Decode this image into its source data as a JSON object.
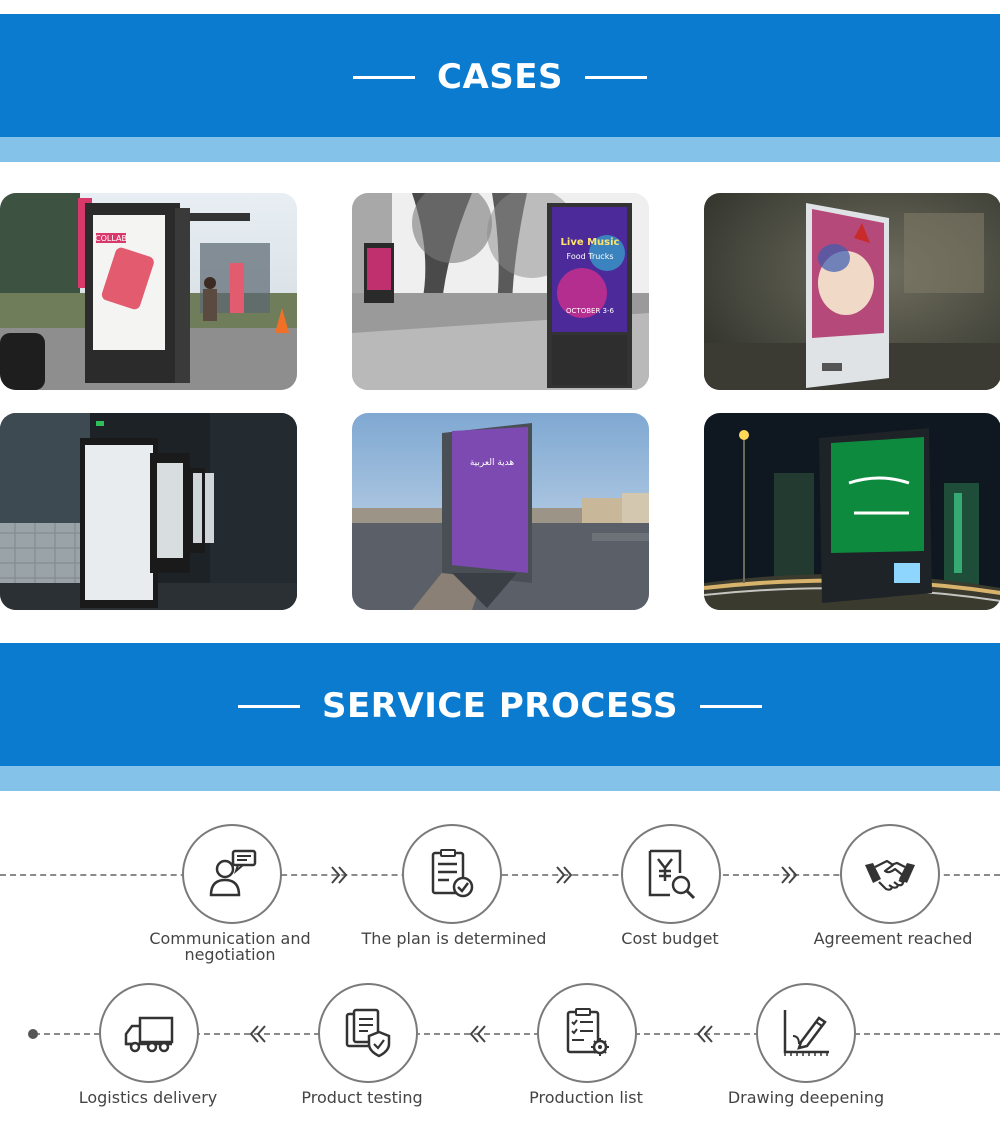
{
  "colors": {
    "brand_blue": "#0a7bcf",
    "light_blue": "#84c2ea",
    "icon_stroke": "#333333"
  },
  "cases": {
    "title": "CASES",
    "images": [
      {
        "name": "bus-shelter-collab-ad",
        "screen_text": "COLLAB"
      },
      {
        "name": "live-music-kiosk-park",
        "screen_text": "Live Music",
        "screen_subtext": "Food Trucks",
        "screen_date": "OCTOBER 3-6"
      },
      {
        "name": "indoor-kiosk-dessert-ad"
      },
      {
        "name": "warehouse-kiosk-row"
      },
      {
        "name": "roadside-arabic-billboard"
      },
      {
        "name": "night-saudi-flag-billboard"
      }
    ]
  },
  "process": {
    "title": "SERVICE PROCESS",
    "row1": [
      {
        "label_1": "Communication and",
        "label_2": "negotiation",
        "icon": "communication-icon"
      },
      {
        "label_1": "The plan is determined",
        "label_2": "",
        "icon": "plan-clipboard-icon"
      },
      {
        "label_1": "Cost budget",
        "label_2": "",
        "icon": "cost-budget-icon"
      },
      {
        "label_1": "Agreement reached",
        "label_2": "",
        "icon": "handshake-icon"
      }
    ],
    "row2": [
      {
        "label_1": "Logistics delivery",
        "icon": "truck-icon"
      },
      {
        "label_1": "Product testing",
        "icon": "product-testing-icon"
      },
      {
        "label_1": "Production list",
        "icon": "production-list-icon"
      },
      {
        "label_1": "Drawing deepening",
        "icon": "drawing-icon"
      }
    ]
  }
}
